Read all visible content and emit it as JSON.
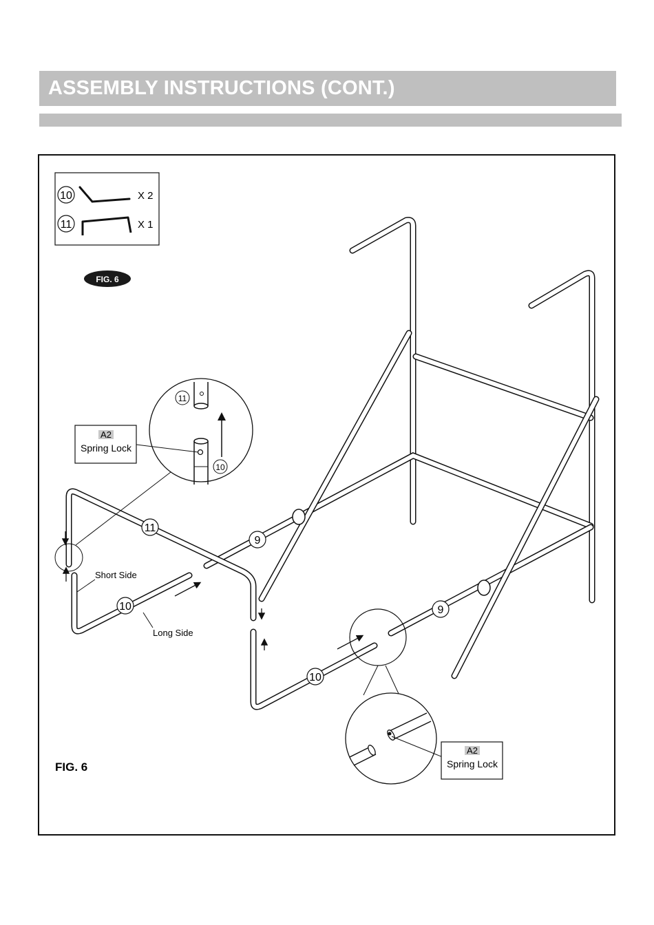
{
  "header": {
    "title": "ASSEMBLY INSTRUCTIONS (CONT.)"
  },
  "parts_box": {
    "items": [
      {
        "part_number": "10",
        "quantity": "X 2"
      },
      {
        "part_number": "11",
        "quantity": "X 1"
      }
    ]
  },
  "figure": {
    "badge_label": "FIG. 6",
    "caption": "FIG. 6",
    "callouts": {
      "part_11": "11",
      "part_9_left": "9",
      "part_9_right": "9",
      "part_10_left": "10",
      "part_10_bottom": "10",
      "detail_11": "11",
      "detail_10": "10"
    },
    "labels": {
      "short_side": "Short Side",
      "long_side": "Long Side"
    },
    "spring_lock_top": {
      "code": "A2",
      "text": "Spring Lock"
    },
    "spring_lock_bottom": {
      "code": "A2",
      "text": "Spring Lock"
    }
  },
  "colors": {
    "header_bar": "#bfbfbf",
    "header_text": "#ffffff",
    "line": "#111111",
    "badge": "#1a1a1a"
  }
}
